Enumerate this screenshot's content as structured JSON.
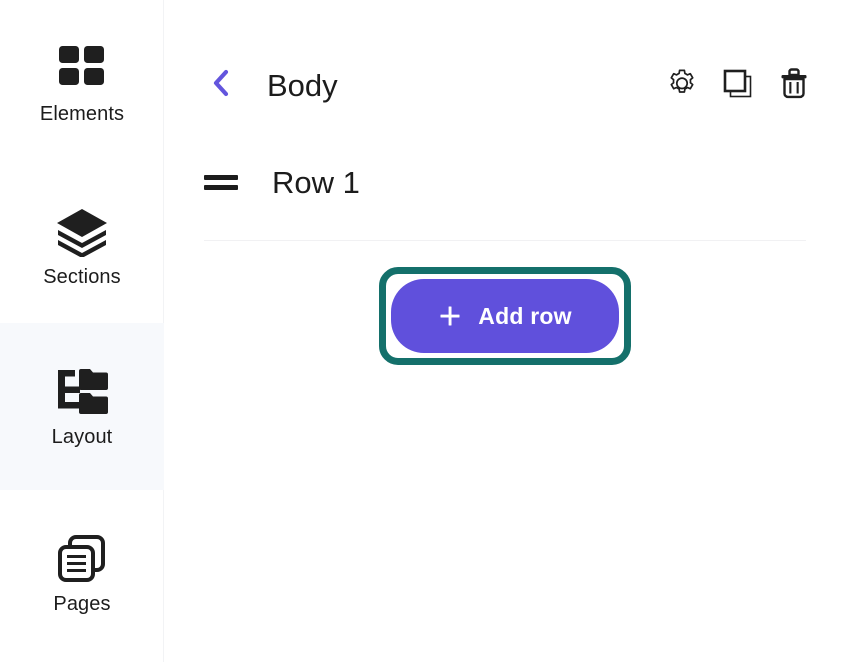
{
  "sidebar": {
    "items": [
      {
        "label": "Elements",
        "icon": "grid-icon",
        "active": false
      },
      {
        "label": "Sections",
        "icon": "layers-icon",
        "active": false
      },
      {
        "label": "Layout",
        "icon": "layout-tree-icon",
        "active": true
      },
      {
        "label": "Pages",
        "icon": "pages-icon",
        "active": false
      }
    ]
  },
  "header": {
    "back_icon": "chevron-left-icon",
    "title": "Body",
    "actions": [
      {
        "name": "settings-button",
        "icon": "gear-icon"
      },
      {
        "name": "duplicate-button",
        "icon": "copy-icon"
      },
      {
        "name": "delete-button",
        "icon": "trash-icon"
      }
    ]
  },
  "content": {
    "row": {
      "handle_icon": "drag-handle-icon",
      "label": "Row 1"
    },
    "add_row": {
      "label": "Add row",
      "icon": "plus-icon"
    }
  },
  "colors": {
    "accent_purple": "#6050dc",
    "highlight_teal": "#14706b",
    "active_nav_bg": "#f7f9fc",
    "text": "#1c1c1c",
    "divider": "#f1f1f3"
  }
}
